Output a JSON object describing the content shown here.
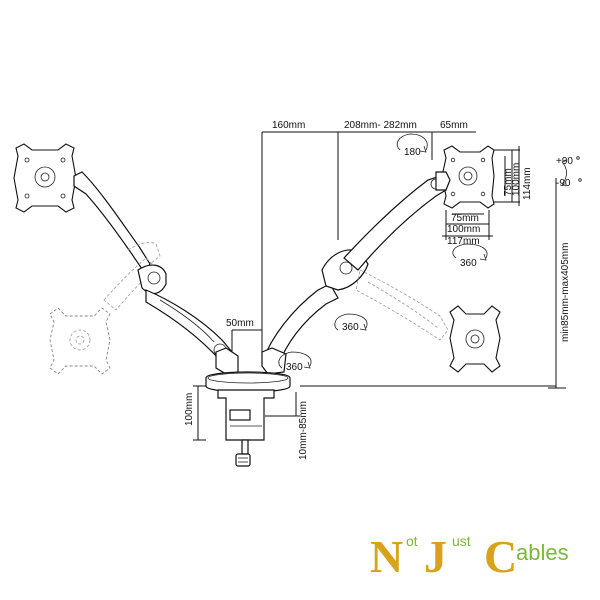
{
  "dimensions": {
    "top_center": "160mm",
    "top_mid": "208mm- 282mm",
    "top_right": "65mm",
    "plate_h1": "75mm",
    "plate_h2": "100mm",
    "plate_h3": "114mm",
    "plate_w1": "75mm",
    "plate_w2": "100mm",
    "plate_w3": "117mm",
    "tilt_up": "+90",
    "tilt_down": "-90",
    "height_range": "min85mm-max405mm",
    "pole_gap": "50mm",
    "clamp_height": "100mm",
    "desk_thickness": "10mm-85mm"
  },
  "rotations": {
    "r1": "180",
    "r2": "360",
    "r3": "360",
    "r4": "360"
  },
  "logo": {
    "letter_n": "N",
    "ot": "ot",
    "letter_j": "J",
    "ust": "ust",
    "letter_c": "C",
    "ables": "ables",
    "colors": {
      "gold": "#d9a21b",
      "green": "#79b83a",
      "dark": "#7a5a1a"
    }
  }
}
